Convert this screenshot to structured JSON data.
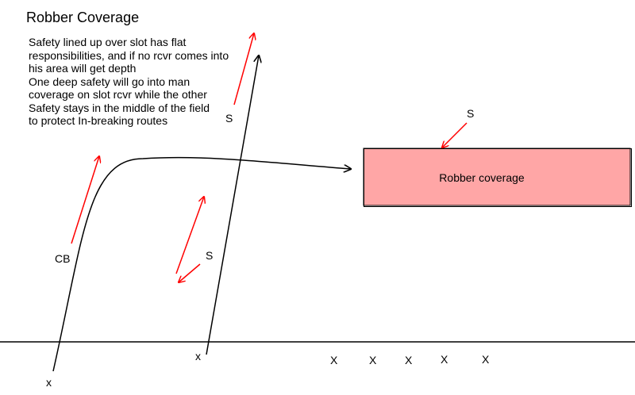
{
  "title": "Robber Coverage",
  "notes": [
    "Safety lined up over slot has flat",
    "responsibilities, and if no rcvr comes into",
    "his area will get depth",
    "One deep safety will go into man",
    "coverage on slot rcvr while the other",
    "Safety stays in the middle of the field",
    "to protect In-breaking routes"
  ],
  "zone": {
    "label": "Robber coverage",
    "color": "#ffa6a6"
  },
  "players": {
    "cb": "CB",
    "deep_safety": "S",
    "robber_safety": "S",
    "slot_safety": "S",
    "receiver_outside": "x",
    "receiver_slot": "x"
  },
  "linemen": [
    "X",
    "X",
    "X",
    "X",
    "X"
  ],
  "colors": {
    "defense_arrow": "#ff0000",
    "route": "#000000",
    "line": "#000000"
  }
}
